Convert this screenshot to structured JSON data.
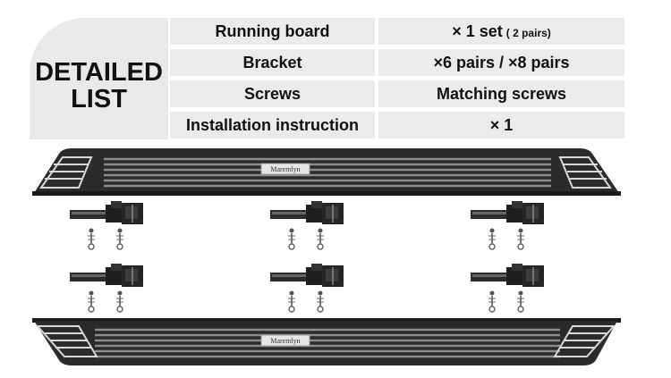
{
  "header": {
    "line1": "DETAILED",
    "line2": "LIST"
  },
  "rows": [
    {
      "item": "Running board",
      "qty": "× 1 set",
      "qty_note": "( 2 pairs)"
    },
    {
      "item": "Bracket",
      "qty": "×6 pairs / ×8 pairs",
      "qty_note": ""
    },
    {
      "item": "Screws",
      "qty": "Matching screws",
      "qty_note": ""
    },
    {
      "item": "Installation instruction",
      "qty": "× 1",
      "qty_note": ""
    }
  ],
  "boards": {
    "top_logo": "Maremlyn",
    "bottom_logo": "Maremlyn"
  },
  "colors": {
    "board_dark": "#2a2a2a",
    "board_stripe": "#8c8c8c",
    "table_bg": "#ebebeb"
  }
}
